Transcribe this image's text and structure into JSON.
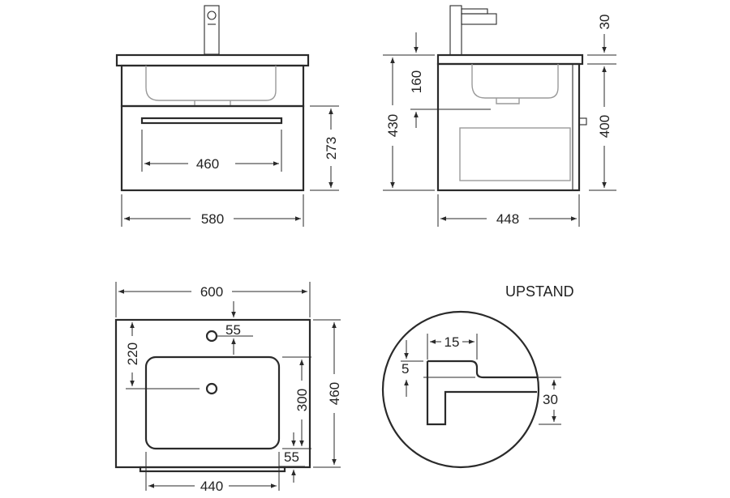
{
  "title": "UPSTAND",
  "dimensions": {
    "front_width": "580",
    "drawer_handle": "460",
    "drawer_height": "273",
    "side_depth": "448",
    "side_total_height": "430",
    "basin_depth": "160",
    "tap_height": "30",
    "cabinet_height": "400",
    "top_width": "600",
    "top_depth": "460",
    "tap_offset": "220",
    "tap_hole": "55",
    "basin_depth_plan": "300",
    "basin_width": "440",
    "edge_margin": "55",
    "upstand_width": "15",
    "upstand_lip": "5",
    "upstand_height": "30"
  }
}
